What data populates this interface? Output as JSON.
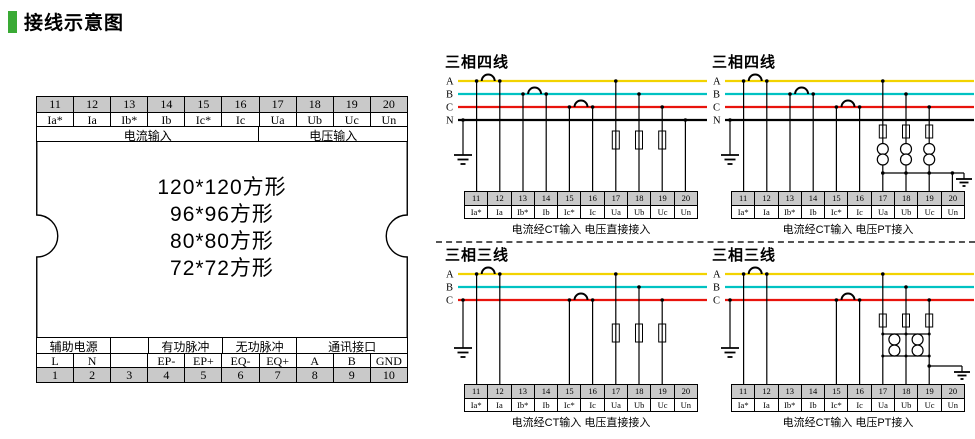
{
  "page": {
    "title": "接线示意图"
  },
  "colors": {
    "accent_green": "#3aaa35",
    "phase_a": "#f2d300",
    "phase_b": "#00c2c2",
    "phase_c": "#e8130c",
    "phase_n": "#000000",
    "terminal_gray": "#c9c9c9"
  },
  "device": {
    "top_numbers": [
      "11",
      "12",
      "13",
      "14",
      "15",
      "16",
      "17",
      "18",
      "19",
      "20"
    ],
    "top_labels": [
      "Ia*",
      "Ia",
      "Ib*",
      "Ib",
      "Ic*",
      "Ic",
      "Ua",
      "Ub",
      "Uc",
      "Un"
    ],
    "current_section_label": "电流输入",
    "voltage_section_label": "电压输入",
    "sizes": [
      "120*120方形",
      "96*96方形",
      "80*80方形",
      "72*72方形"
    ],
    "bottom_sections": [
      "辅助电源",
      "",
      "有功脉冲",
      "无功脉冲",
      "通讯接口"
    ],
    "bottom_labels": [
      "L",
      "N",
      "",
      "EP-",
      "EP+",
      "EQ-",
      "EQ+",
      "A",
      "B",
      "GND"
    ],
    "bottom_numbers": [
      "1",
      "2",
      "3",
      "4",
      "5",
      "6",
      "7",
      "8",
      "9",
      "10"
    ]
  },
  "strip": {
    "numbers": [
      "11",
      "12",
      "13",
      "14",
      "15",
      "16",
      "17",
      "18",
      "19",
      "20"
    ],
    "labels": [
      "Ia*",
      "Ia",
      "Ib*",
      "Ib",
      "Ic*",
      "Ic",
      "Ua",
      "Ub",
      "Uc",
      "Un"
    ]
  },
  "diagrams": [
    {
      "title": "三相四线",
      "phases": [
        "A",
        "B",
        "C",
        "N"
      ],
      "caption": "电流经CT输入 电压直接接入"
    },
    {
      "title": "三相四线",
      "phases": [
        "A",
        "B",
        "C",
        "N"
      ],
      "caption": "电流经CT输入 电压PT接入"
    },
    {
      "title": "三相三线",
      "phases": [
        "A",
        "B",
        "C"
      ],
      "caption": "电流经CT输入 电压直接接入"
    },
    {
      "title": "三相三线",
      "phases": [
        "A",
        "B",
        "C"
      ],
      "caption": "电流经CT输入 电压PT接入"
    }
  ]
}
